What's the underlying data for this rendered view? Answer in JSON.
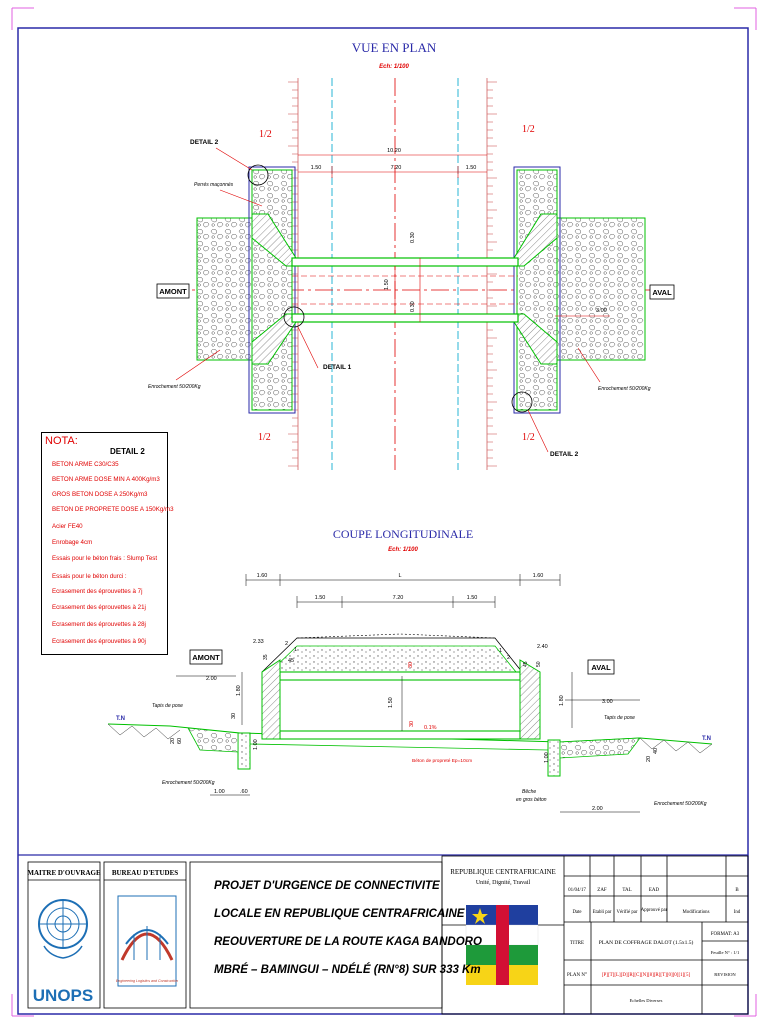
{
  "plan_view": {
    "title": "VUE EN PLAN",
    "scale": "Ech: 1/100",
    "half_marks": [
      "1/2",
      "1/2",
      "1/2",
      "1/2"
    ],
    "detail_labels": [
      "DETAIL 2",
      "DETAIL 1",
      "DETAIL 2"
    ],
    "side_labels": {
      "upstream": "AMONT",
      "downstream": "AVAL"
    },
    "annotations": {
      "masonry": "Perrés maçonnés",
      "riprap_left": "Enrochement 50/200Kg",
      "riprap_right": "Enrochement 50/200Kg"
    },
    "dims": {
      "total": "10.20",
      "left": "1.50",
      "middle": "7.20",
      "right": "1.50",
      "wall_top": "0.30",
      "opening": "1.50",
      "wall_bottom": "0.30",
      "apron": "3.00"
    }
  },
  "notes": {
    "title": "NOTA:",
    "detail": "DETAIL 2",
    "lines": [
      "BETON ARME C30/C35",
      "BETON ARME DOSE MIN A 400Kg/m3",
      "GROS BETON DOSE A 250Kg/m3",
      "BETON DE PROPRETE DOSE A 150Kg/m3",
      "Acier FE40",
      "Enrobage 4cm",
      "Essais  pour le béton frais : Slump Test",
      "Essais  pour le béton durci :",
      "Ecrasement des éprouvettes à 7j",
      "Ecrasement des éprouvettes à 21j",
      "Ecrasement des éprouvettes à 28j",
      "Ecrasement des éprouvettes à 90j"
    ]
  },
  "section": {
    "title": "COUPE LONGITUDINALE",
    "scale": "Ech: 1/100",
    "side_labels": {
      "upstream": "AMONT",
      "downstream": "AVAL"
    },
    "tn_left": "T.N",
    "tn_right": "T.N",
    "annotations": {
      "topsoil_left": "Tapis de pose",
      "topsoil_right": "Tapis de pose",
      "riprap_left": "Enrochement 50/200Kg",
      "riprap_right": "Enrochement 50/200Kg",
      "lean_concrete": "Béton de propreté  Ep=10cm",
      "cutoff_1": "Bêche",
      "cutoff_2": "en gros béton",
      "slope": "0.1%"
    },
    "dims": {
      "top_left": "1.60",
      "top_mid": "L",
      "top_right": "1.60",
      "mid_left": "1.50",
      "mid_center": "7.20",
      "mid_right": "1.50",
      "wing_left": "2.33",
      "wing_right": "2.40",
      "ratio_left": "1",
      "ratio_left_b": "2",
      "ratio_right": "1",
      "ratio_right_b": "2",
      "d35_left": "35",
      "d45_left": "45",
      "d45_right": "45",
      "d50_right": "50",
      "apron_left": "2.00",
      "apron_right": "3.00",
      "h_left": "1.80",
      "h_right": "1.80",
      "h_mid": "1.50",
      "slab_top": "30",
      "slab_bot": "30",
      "wall_left": "30",
      "wall_left_2": "1.00",
      "wall_right": "1.00",
      "pit_left_a": "20",
      "pit_left_b": "60",
      "pit_right_a": "20",
      "pit_right_b": "40",
      "bot_left_a": "1.00",
      "bot_left_b": ".60",
      "bot_right": "2.00"
    }
  },
  "title_block": {
    "owner_label": "MAITRE D'OUVRAGE",
    "owner_logo_text": "UNOPS",
    "consultant_label": "BUREAU D'ETUDES",
    "consultant_logo_text": "Engineering Logistics and Construction",
    "project_lines": [
      "PROJET D'URGENCE DE CONNECTIVITE",
      "LOCALE EN REPUBLIQUE CENTRAFRICAINE",
      "REOUVERTURE DE LA ROUTE KAGA BANDORO",
      "MBRÉ – BAMINGUI – NDÉLÉ (RN°8) SUR 333 Km"
    ],
    "country": "REPUBLIQUE CENTRAFRICAINE",
    "motto": "Unité, Dignité, Travail",
    "revision_row": [
      "01/04/17",
      "ZAF",
      "TAL",
      "EAD",
      "",
      "B"
    ],
    "header_row": [
      "Date",
      "Etabli par",
      "Vérifié par",
      "Approuvé par",
      "Modifications",
      "Ind"
    ],
    "title_label": "TITRE",
    "title_value": "PLAN DE COFFRAGE DALOT (1.5x1.5)",
    "format_label": "FORMAT: A3",
    "sheet_label": "Feuille N° : 1/1",
    "plan_label": "PLAN N°",
    "plan_code": "[P][T][L][D][R][C][N][8][R][T][0][0][1][5]",
    "scale_label": "Echelles Diverses",
    "revision_label": "REVISION",
    "colors": {
      "frame": "#2a2aa8",
      "structure": "#00c000",
      "dimension": "#e00000",
      "flag_blue": "#1f3f9f",
      "flag_green": "#1e9a3a",
      "flag_yellow": "#f7d417",
      "flag_red": "#d21034"
    }
  }
}
